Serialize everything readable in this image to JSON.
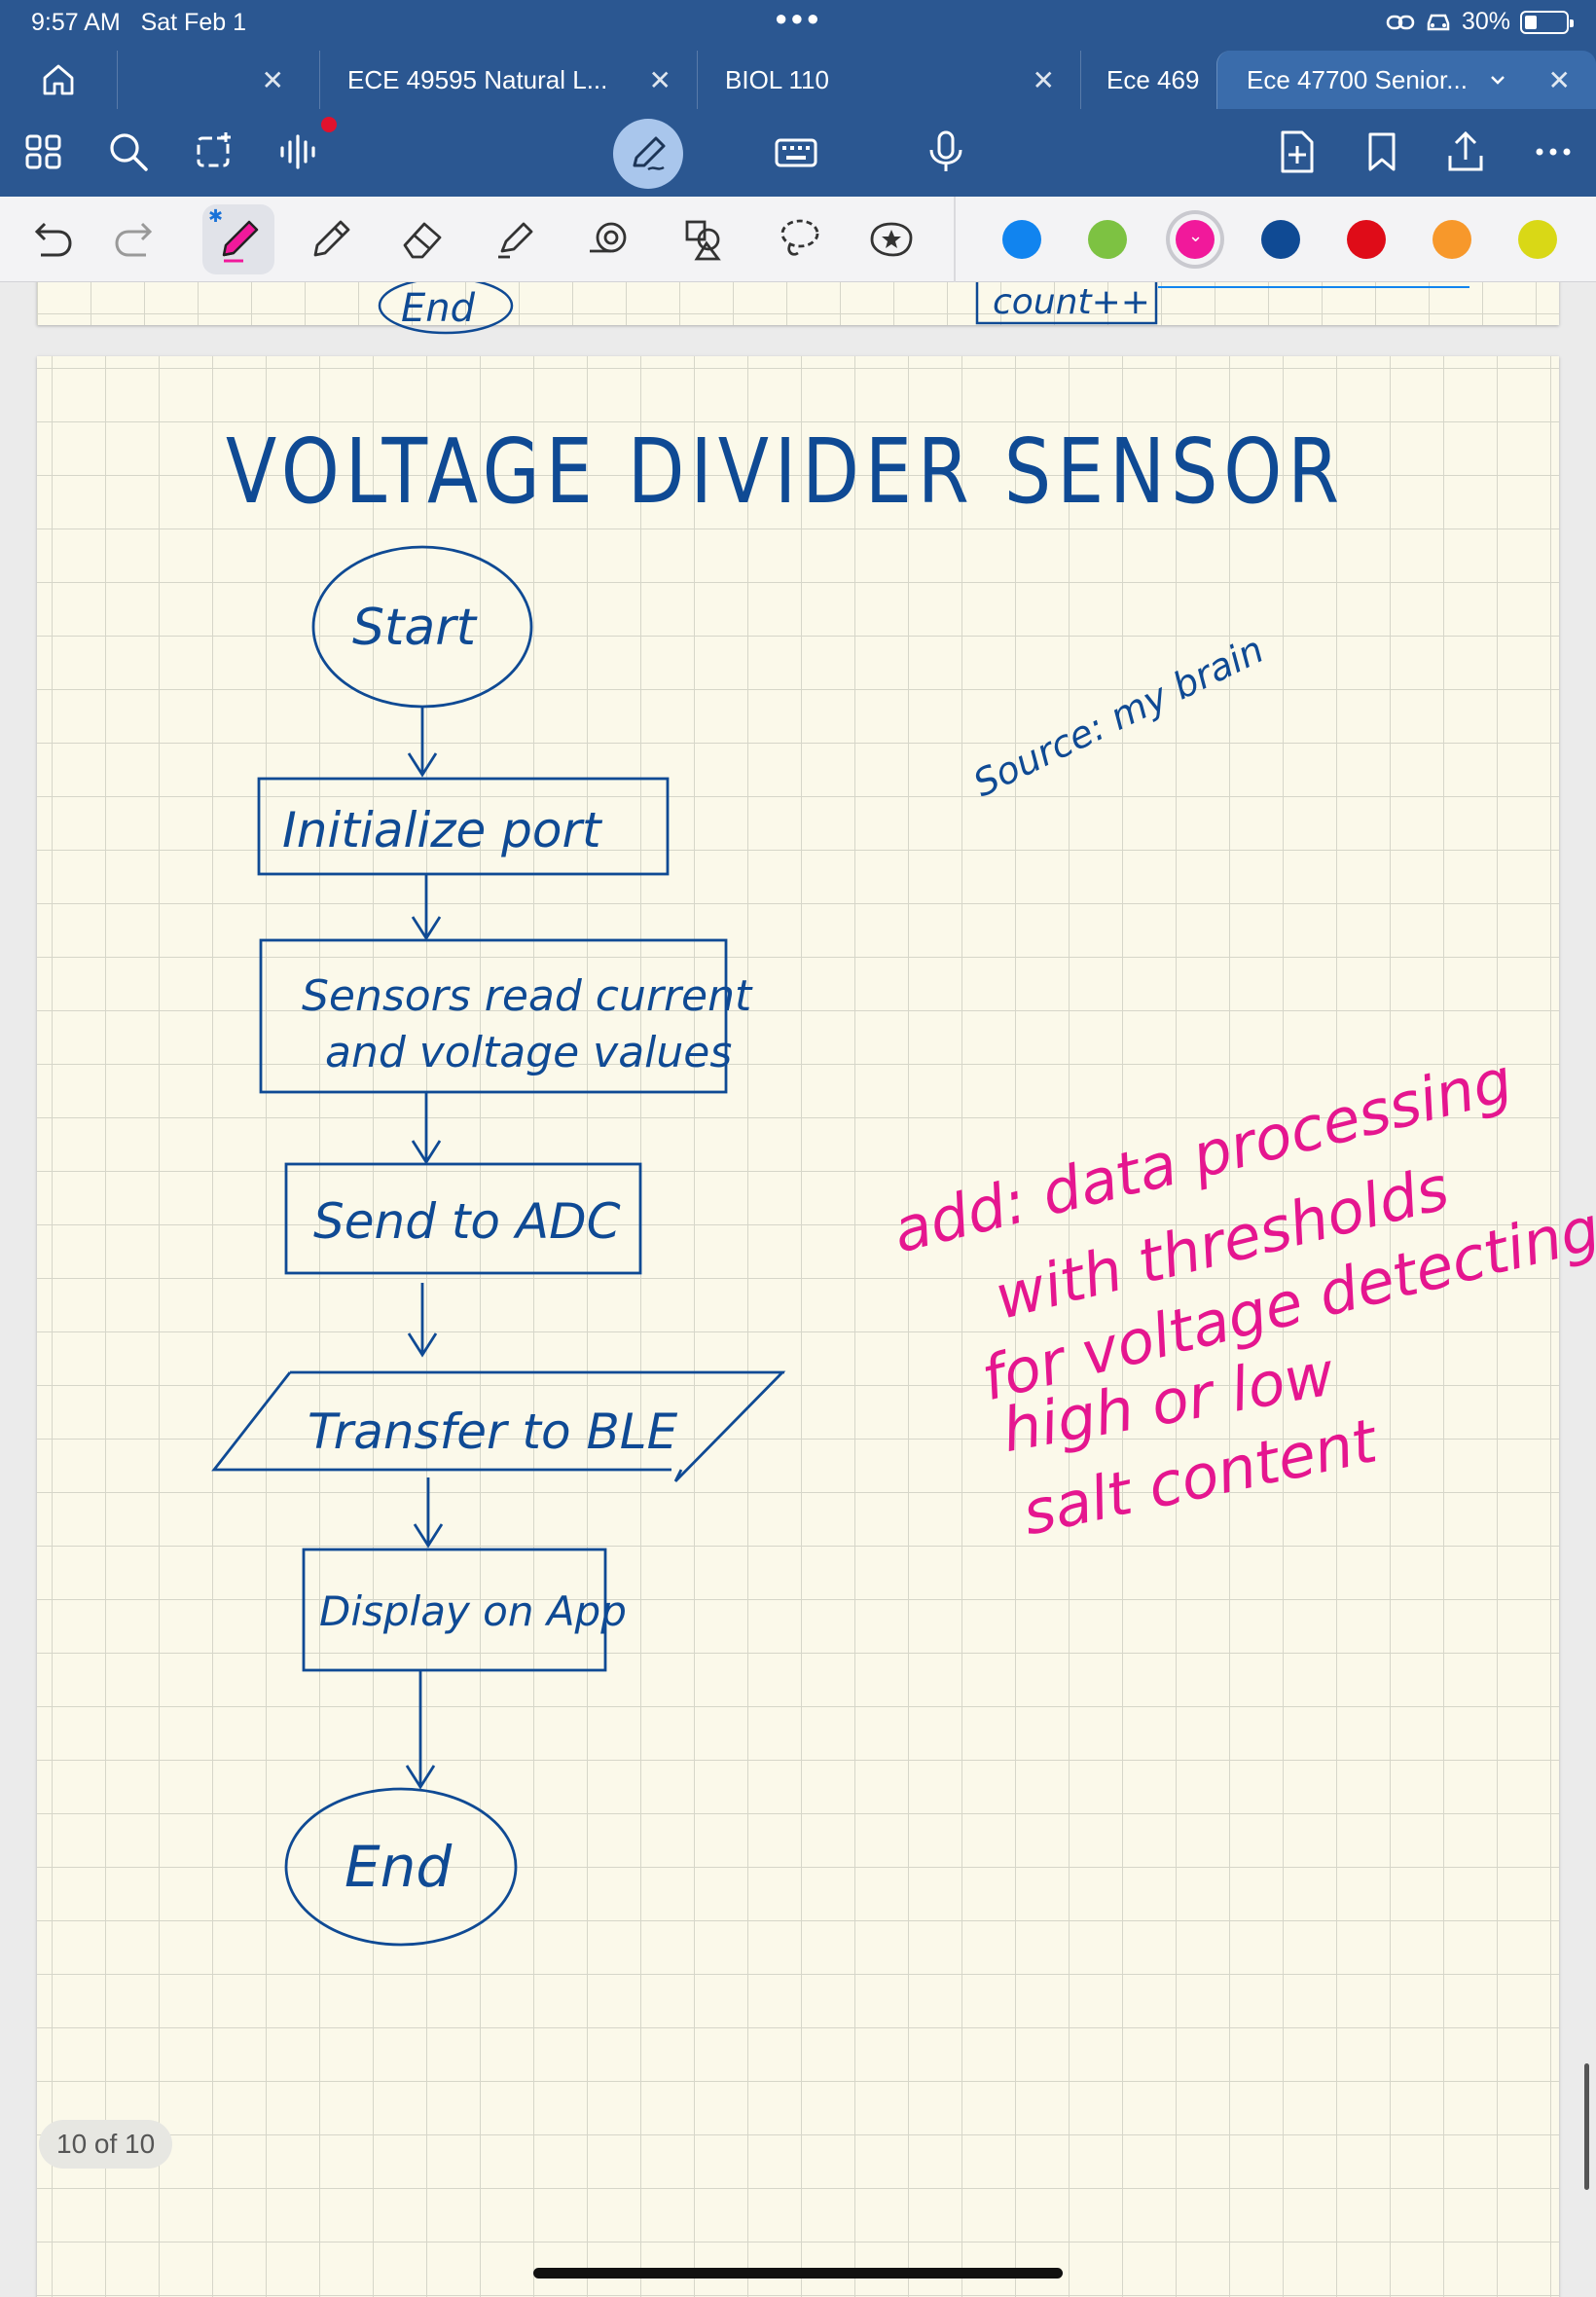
{
  "status": {
    "time": "9:57 AM",
    "date": "Sat Feb 1",
    "battery": "30%",
    "battery_level": 0.3
  },
  "tabs": [
    {
      "label": "",
      "closable": true
    },
    {
      "label": "ECE 49595 Natural L...",
      "closable": true
    },
    {
      "label": "BIOL 110",
      "closable": true
    },
    {
      "label": "Ece 469",
      "closable": false
    },
    {
      "label": "Ece 47700 Senior...",
      "closable": true,
      "active": true
    }
  ],
  "toolbar": {
    "icons": [
      "apps-grid-icon",
      "search-icon",
      "select-transform-icon",
      "audio-wave-icon",
      "pen-mode-icon",
      "keyboard-icon",
      "microphone-icon",
      "add-page-icon",
      "bookmark-icon",
      "share-icon",
      "more-icon"
    ]
  },
  "penbar": {
    "tools": [
      "undo-icon",
      "redo-icon",
      "pen-icon",
      "pencil-icon",
      "eraser-icon",
      "highlighter-icon",
      "tape-icon",
      "shapes-icon",
      "lasso-icon",
      "sticker-icon"
    ],
    "colors": [
      "#1184ef",
      "#7dc242",
      "#f1199b",
      "#0f4a94",
      "#df0c18",
      "#f7982b",
      "#d9d816"
    ],
    "selected_color": "#f1199b"
  },
  "notes": {
    "prev_page": {
      "end": "End",
      "count": "count++"
    },
    "title": "VOLTAGE DIVIDER SENSOR",
    "source": "Source: my brain",
    "flowchart": {
      "start": "Start",
      "steps": [
        "Initialize port",
        "Sensors read current",
        "and voltage values",
        "Send to ADC",
        "Transfer to BLE",
        "Display on App"
      ],
      "end": "End"
    },
    "annotation": [
      "add: data processing",
      "with thresholds",
      "for voltage detecting",
      "high or low",
      "salt content"
    ]
  },
  "page_indicator": "10 of 10"
}
